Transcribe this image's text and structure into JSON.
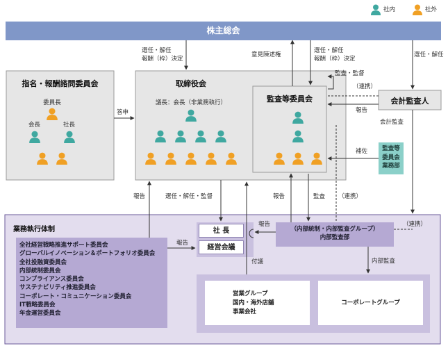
{
  "legend": {
    "internal": "社内",
    "external": "社外"
  },
  "colors": {
    "internal": "#3fa8a0",
    "external": "#f0a024",
    "bar": "#8097c8",
    "purple_light": "#e3ddee",
    "purple_mid": "#c9c0df",
    "purple_dark": "#b5a9d3",
    "teal_box": "#8bd0c9"
  },
  "shareholders_meeting": "株主総会",
  "nomination": {
    "title": "指名・報酬諮問委員会",
    "chair": "委員長",
    "president_chairman": "会長",
    "president": "社長"
  },
  "board": {
    "title": "取締役会",
    "chair_note": "議長：会長（非業務執行）"
  },
  "audit_committee": {
    "title": "監査等委員会"
  },
  "external_auditor": {
    "title": "会計監査人"
  },
  "audit_office": {
    "line1": "監査等",
    "line2": "委員会",
    "line3": "業務部"
  },
  "labels": {
    "elect_board_1": "選任・解任",
    "elect_board_2": "報酬（枠）決定",
    "opinion": "意見陳述権",
    "elect_audit_1": "選任・解任",
    "elect_audit_2": "報酬（枠）決定",
    "elect_auditor": "選任・解任",
    "audit_supervise": "監査・監督",
    "cooperation_top": "（連携）",
    "report_auditor": "報告",
    "accounting_audit": "会計監査",
    "assist": "補佐",
    "recommend": "答申",
    "report_board": "報告",
    "elect_supervise": "選任・解任・監督",
    "report_audit": "報告",
    "audit": "監査",
    "cooperation_mid": "（連携）",
    "cooperation_right": "（連携）",
    "report_to_president": "報告",
    "report_from_committees": "報告",
    "proposal": "付議",
    "internal_audit": "内部監査"
  },
  "execution": {
    "title": "業務執行体制",
    "committees": [
      "全社経営戦略推進サポート委員会",
      "グローバルイノベーション＆ポートフォリオ委員会",
      "全社投融資委員会",
      "内部統制委員会",
      "コンプライアンス委員会",
      "サステナビリティ推進委員会",
      "コーポレート・コミュニケーション委員会",
      "IT戦略委員会",
      "年金運営委員会"
    ],
    "president": "社 長",
    "management_meeting": "経営会議",
    "internal_audit_dept_1": "（内部統制・内部監査グループ）",
    "internal_audit_dept_2": "内部監査部",
    "sales_group": [
      "営業グループ",
      "国内・海外店舗",
      "事業会社"
    ],
    "corporate_group": "コーポレートグループ"
  }
}
